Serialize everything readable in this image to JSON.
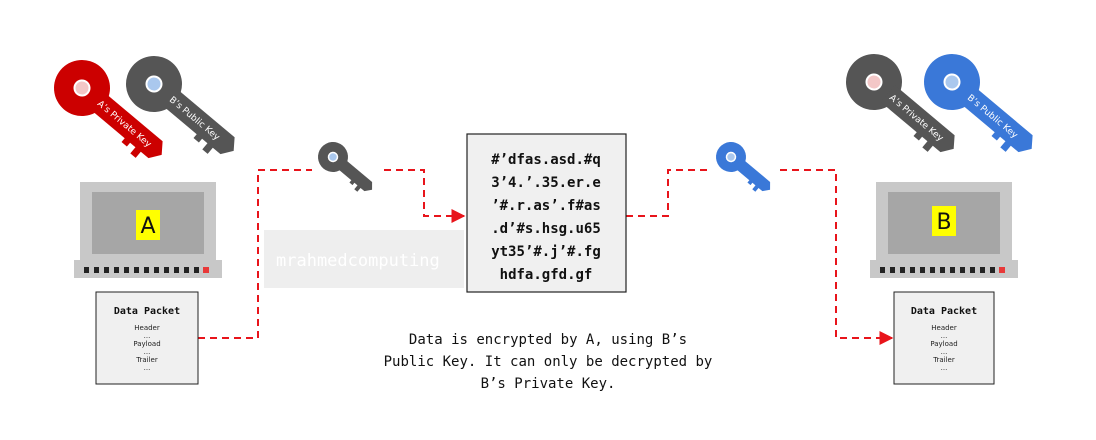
{
  "laptops": {
    "a": {
      "label": "A"
    },
    "b": {
      "label": "B"
    }
  },
  "keys": {
    "a_private": {
      "label": "A’s Private Key",
      "color": "#cc0000"
    },
    "b_public_left": {
      "label": "B’s Public Key",
      "color": "#555555"
    },
    "a_private_right": {
      "label": "A’s Private Key",
      "color": "#555555"
    },
    "b_public_right": {
      "label": "B’s Public Key",
      "color": "#3a78d8"
    },
    "transfer_encrypt": {
      "color": "#555555"
    },
    "transfer_decrypt": {
      "color": "#3a78d8"
    }
  },
  "packets": {
    "left": {
      "title": "Data Packet",
      "lines": [
        "Header",
        "...",
        "Payload",
        "...",
        "Trailer",
        "..."
      ]
    },
    "right": {
      "title": "Data Packet",
      "lines": [
        "Header",
        "...",
        "Payload",
        "...",
        "Trailer",
        "..."
      ]
    }
  },
  "ciphertext": {
    "lines": [
      "#’dfas.asd.#q",
      "3’4.’.35.er.e",
      "’#.r.as’.f#as",
      ".d’#s.hsg.u65",
      "yt35’#.j’#.fg",
      "hdfa.gfd.gf"
    ]
  },
  "caption": {
    "lines": [
      "Data is encrypted by A, using B’s",
      "Public Key. It can only be decrypted by",
      "B’s Private Key."
    ]
  },
  "watermark": {
    "text": "mrahmedcomputing"
  },
  "colors": {
    "arrow": "#e8141b",
    "laptop_body": "#c8c8c8",
    "laptop_screen": "#a6a6a6",
    "highlight": "#ffff00",
    "led": "#e83838"
  }
}
